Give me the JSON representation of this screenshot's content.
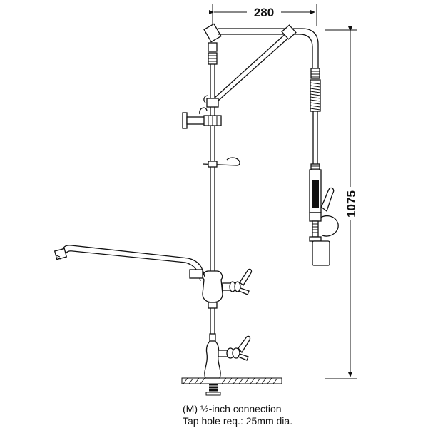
{
  "dimensions": {
    "width": "280",
    "height": "1075"
  },
  "notes": {
    "line1_prefix": "(M) ",
    "line1_fraction": "½",
    "line1_suffix": "-inch connection",
    "line2": "Tap hole req.: 25mm dia."
  },
  "colors": {
    "line": "#111111",
    "background": "#ffffff"
  }
}
